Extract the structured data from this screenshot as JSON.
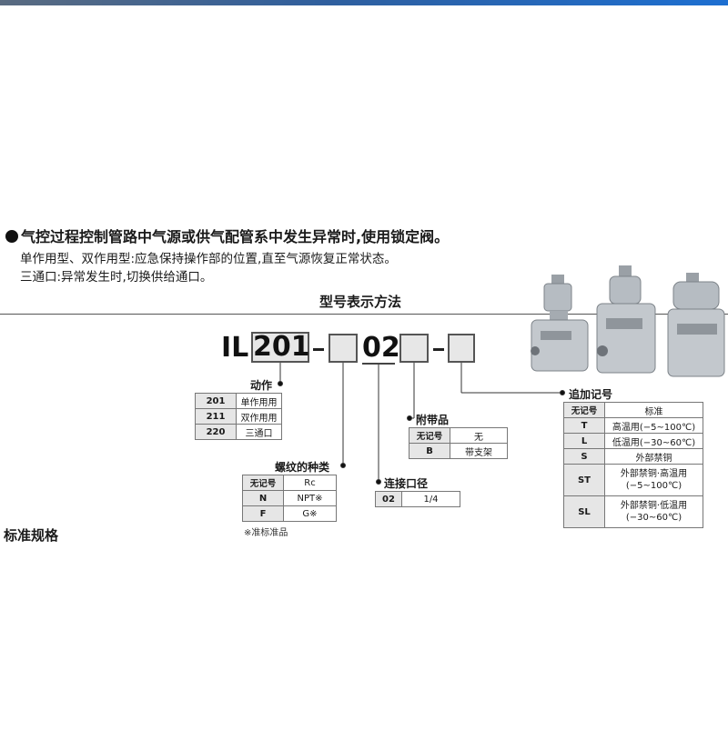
{
  "header": {
    "bullet_title": "气控过程控制管路中气源或供气配管系中发生异常时,使用锁定阀。",
    "line2": "单作用型、双作用型:应急保持操作部的位置,直至气源恢复正常状态。",
    "line3": "三通口:异常发生时,切换供给通口。"
  },
  "section": {
    "title": "型号表示方法"
  },
  "model_code": {
    "prefix": "IL",
    "action_code": "201",
    "dash1": "-",
    "port_code": "02",
    "dash2": "-"
  },
  "action": {
    "label": "动作",
    "rows": [
      {
        "code": "201",
        "desc": "单作用用"
      },
      {
        "code": "211",
        "desc": "双作用用"
      },
      {
        "code": "220",
        "desc": "三通口"
      }
    ]
  },
  "thread": {
    "label": "螺纹的种类",
    "rows": [
      {
        "code": "无记号",
        "desc": "Rc"
      },
      {
        "code": "N",
        "desc": "NPT※"
      },
      {
        "code": "F",
        "desc": "G※"
      }
    ],
    "note": "※准标准品"
  },
  "port": {
    "label": "连接口径",
    "rows": [
      {
        "code": "02",
        "desc": "1/4"
      }
    ]
  },
  "bracket": {
    "label": "附带品",
    "rows": [
      {
        "code": "无记号",
        "desc": "无"
      },
      {
        "code": "B",
        "desc": "带支架"
      }
    ]
  },
  "suffix": {
    "label": "追加记号",
    "rows": [
      {
        "code": "无记号",
        "desc": "标准"
      },
      {
        "code": "T",
        "desc": "高温用(−5~100℃)"
      },
      {
        "code": "L",
        "desc": "低温用(−30~60℃)"
      },
      {
        "code": "S",
        "desc": "外部禁铜"
      },
      {
        "code": "ST",
        "desc1": "外部禁铜·高温用",
        "desc2": "(−5~100℃)"
      },
      {
        "code": "SL",
        "desc1": "外部禁铜·低温用",
        "desc2": "(−30~60℃)"
      }
    ]
  },
  "spec": {
    "title": "标准规格"
  },
  "colors": {
    "box_fill": "#e7e7e7",
    "table_key_fill": "#e6e6e6",
    "rule": "#555555"
  }
}
